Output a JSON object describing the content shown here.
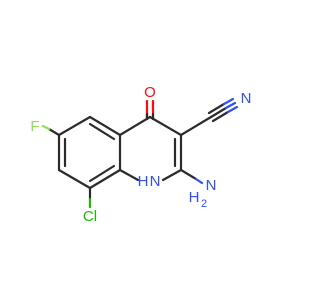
{
  "molecule": {
    "atoms": {
      "O": "O",
      "N_nitrile": "N",
      "F": "F",
      "Cl": "Cl",
      "NH_ring": "H",
      "N_ring": "N",
      "NH2_N": "N",
      "NH2_H": "H",
      "NH2_sub": "2"
    }
  },
  "colors": {
    "bond": "#2b2b2b",
    "oxygen": "#ff0d0d",
    "nitrogen": "#3050f8",
    "fluorine": "#90e050",
    "chlorine": "#1fb800",
    "carbon": "#2b2b2b"
  }
}
